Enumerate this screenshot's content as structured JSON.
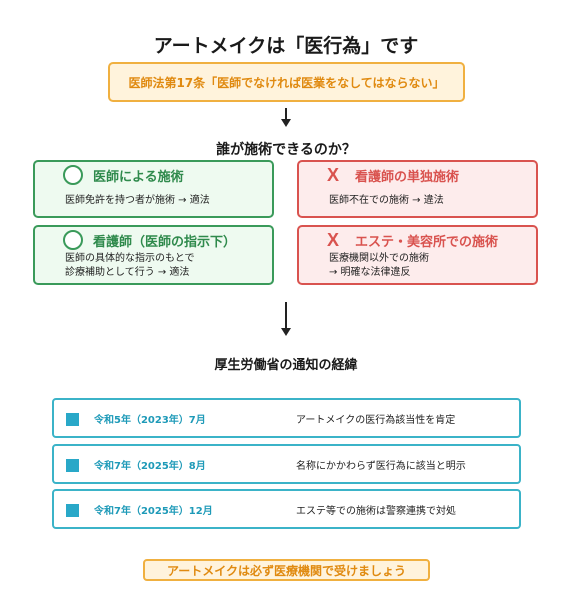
{
  "title": "アートメイクは「医行為」です",
  "law": "医師法第17条「医師でなければ医業をなしてはならない」",
  "question": "誰が施術できるのか？",
  "cards": [
    {
      "kind": "ok",
      "icon": "circle-icon",
      "title": "医師による施術",
      "lines": [
        "医師免許を持つ者が施術 → 適法"
      ]
    },
    {
      "kind": "ng",
      "icon": "cross-icon",
      "mark": "X",
      "title": "看護師の単独施術",
      "lines": [
        "医師不在での施術 → 違法"
      ]
    },
    {
      "kind": "ok",
      "icon": "circle-icon",
      "title": "看護師（医師の指示下）",
      "lines": [
        "医師の具体的な指示のもとで",
        "診療補助として行う → 適法"
      ]
    },
    {
      "kind": "ng",
      "icon": "cross-icon",
      "mark": "X",
      "title": "エステ・美容所での施術",
      "lines": [
        "医療機関以外での施術",
        "→ 明確な法律違反"
      ]
    }
  ],
  "history_title": "厚生労働省の通知の経緯",
  "timeline": [
    {
      "date": "令和5年（2023年）7月",
      "desc": "アートメイクの医行為該当性を肯定"
    },
    {
      "date": "令和7年（2025年）8月",
      "desc": "名称にかかわらず医行為に該当と明示"
    },
    {
      "date": "令和7年（2025年）12月",
      "desc": "エステ等での施術は警察連携で対処"
    }
  ],
  "footer": "アートメイクは必ず医療機関で受けましょう",
  "colors": {
    "ok": "#3a9a5a",
    "ng": "#d9534f",
    "accent": "#f0b040",
    "timeline": "#3bb3c8"
  }
}
